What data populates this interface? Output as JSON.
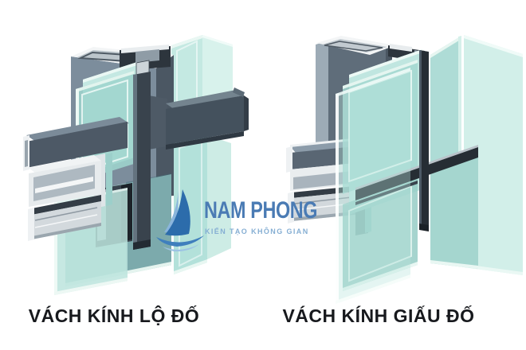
{
  "image": {
    "type": "product-comparison-render",
    "background": "#ffffff"
  },
  "logo": {
    "title": "NAM PHONG",
    "tagline": "KIẾN TẠO KHÔNG GIAN",
    "title_color": "#4a7bb4",
    "tagline_color": "#85aed3",
    "icon": "sailboat-waves-icon"
  },
  "captions": {
    "left": "VÁCH KÍNH LỘ ĐỐ",
    "right": "VÁCH KÍNH GIẤU ĐỐ",
    "color": "#17191d"
  },
  "illustrations": {
    "left": {
      "label": "exposed-mullion-curtain-wall-cutaway"
    },
    "right": {
      "label": "hidden-mullion-curtain-wall-cutaway"
    }
  },
  "palette": {
    "aluminum_dark": "#39434d",
    "aluminum_mid": "#5f6d7a",
    "aluminum_light": "#9dabb6",
    "profile_silver": "#d3d9dd",
    "glass_aqua": "#aadcd6",
    "glass_bright": "#d2efe9",
    "glass_shadow": "#86b8b6",
    "gasket_black": "#262d34"
  }
}
